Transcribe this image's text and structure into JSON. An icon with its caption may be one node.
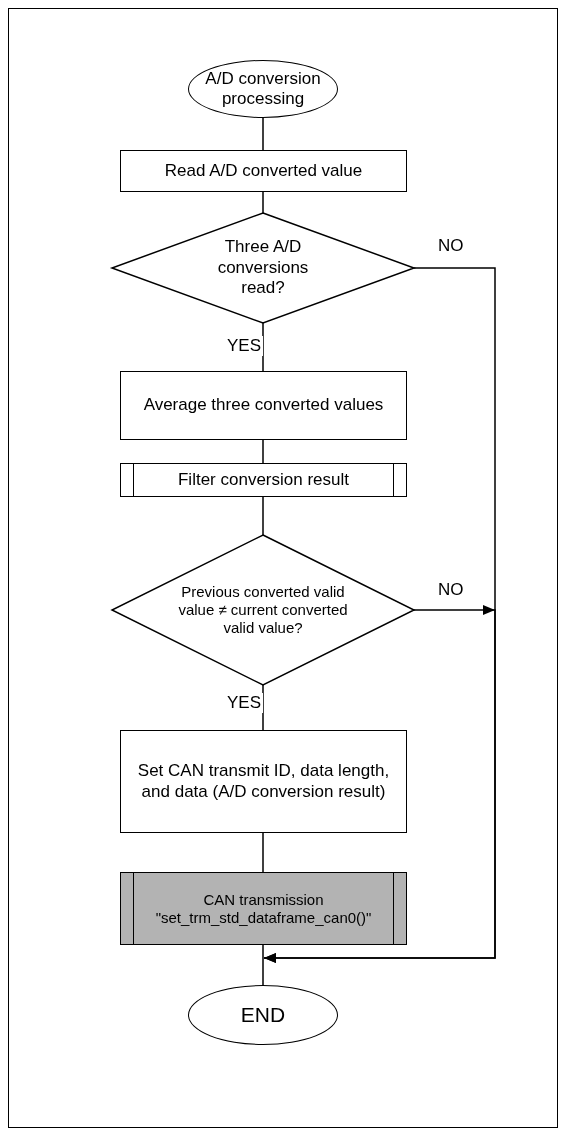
{
  "diagram": {
    "nodes": [
      {
        "text": [
          "A/D conversion processing"
        ]
      },
      {
        "text": [
          "Read A/D converted value"
        ]
      },
      {
        "text": [
          "Three A/D conversions read?"
        ]
      },
      {
        "text": [
          "Average three converted values"
        ]
      },
      {
        "text": [
          "Filter conversion result"
        ]
      },
      {
        "text": [
          "Previous converted valid value ≠ current converted valid value?"
        ]
      },
      {
        "text": [
          "Set CAN transmit ID, data length, and data (A/D conversion result)"
        ]
      },
      {
        "text": [
          "CAN transmission",
          "\"set_trm_std_dataframe_can0()\""
        ]
      },
      {
        "text": [
          "END"
        ]
      }
    ],
    "edges": [
      {
        "from": 0,
        "to": 1,
        "arrow": "none"
      },
      {
        "from": 1,
        "to": 2,
        "arrow": "none"
      },
      {
        "from": 2,
        "to": 3,
        "arrow": "none",
        "label": "YES"
      },
      {
        "from": 3,
        "to": 4,
        "arrow": "none"
      },
      {
        "from": 4,
        "to": 5,
        "arrow": "none"
      },
      {
        "from": 5,
        "to": 6,
        "arrow": "none",
        "label": "YES"
      },
      {
        "from": 6,
        "to": 7,
        "arrow": "none"
      },
      {
        "from": 7,
        "to": 8,
        "arrow": "none"
      },
      {
        "from": 2,
        "to": 8,
        "arrow": "to",
        "label": "NO"
      },
      {
        "from": 5,
        "to": 8,
        "arrow": "to",
        "label": "NO"
      }
    ]
  }
}
